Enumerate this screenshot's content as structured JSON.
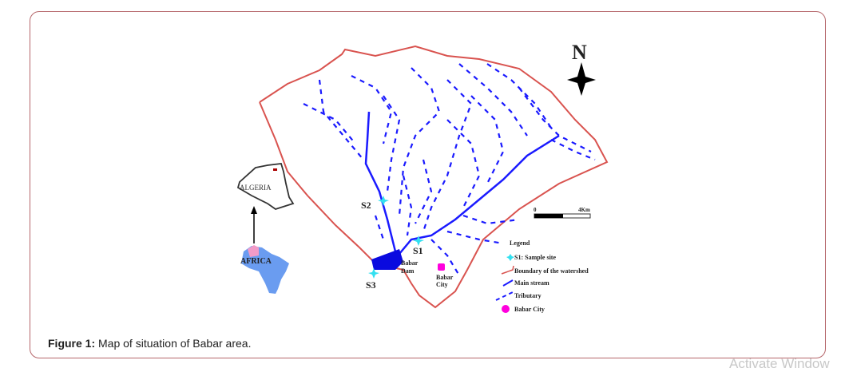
{
  "figure": {
    "caption_label": "Figure 1:",
    "caption_text": " Map of situation of Babar area."
  },
  "map": {
    "north_label": "N",
    "scale": {
      "start": "0",
      "end": "4Km"
    },
    "inset": {
      "country": "ALGERIA",
      "continent": "AFRICA"
    },
    "sites": [
      "S1",
      "S2",
      "S3"
    ],
    "places": {
      "dam": [
        "Babar",
        "Dam"
      ],
      "city": [
        "Babar",
        "City"
      ]
    },
    "legend": {
      "title": "Legend",
      "items": [
        "S1: Sample site",
        "Boundary of the watershed",
        "Main stream",
        "Tributary",
        "Babar City"
      ]
    },
    "colors": {
      "boundary": "#d9534f",
      "stream": "#1a1aff",
      "site": "#33e0f0",
      "city": "#ff00dd",
      "africa": "#6a9cf0",
      "algeria_in_africa": "#f29bc8",
      "border": "#b5666a"
    }
  },
  "watermark": "Activate Window"
}
